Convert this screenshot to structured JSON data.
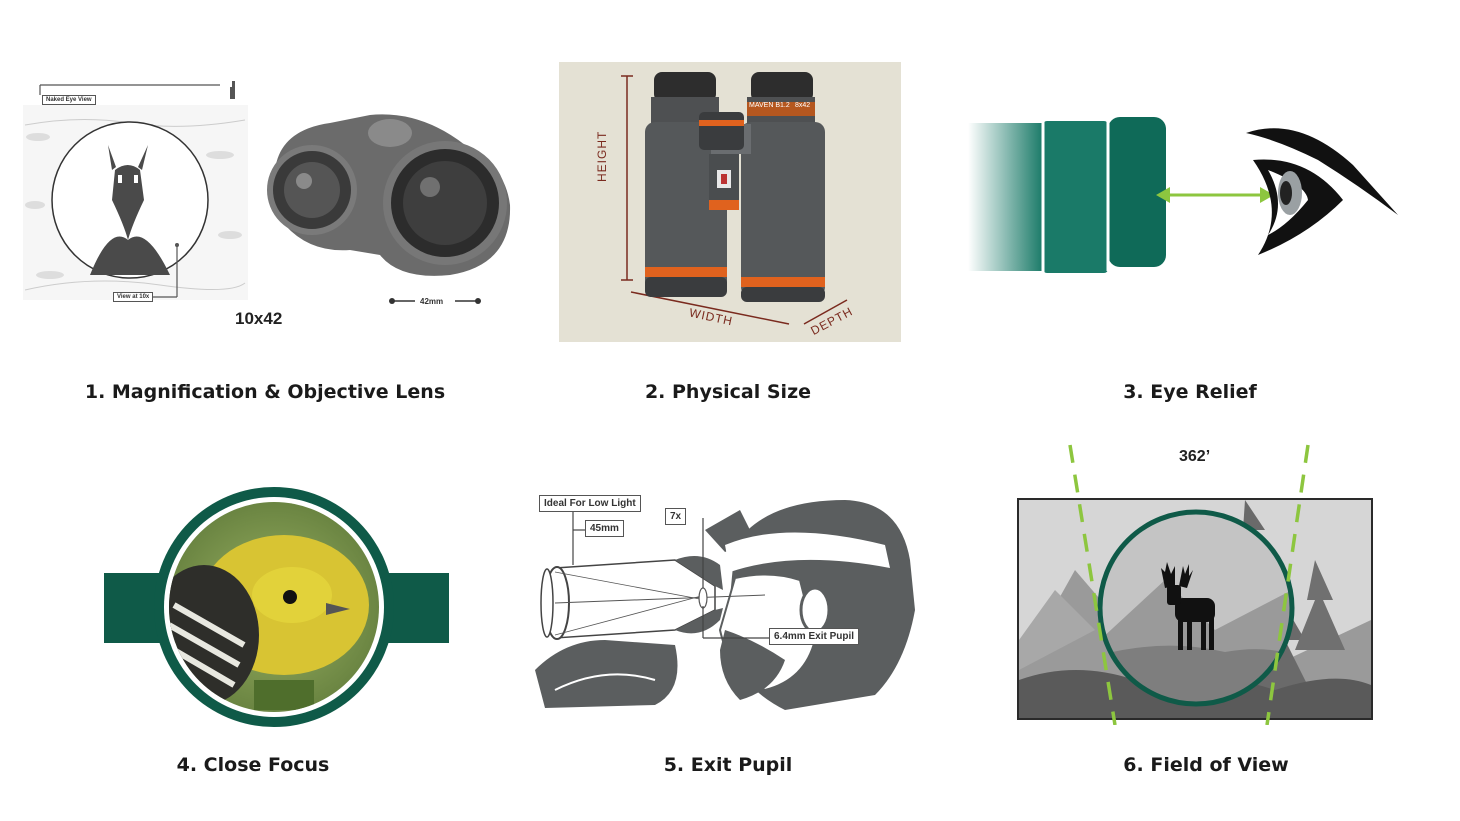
{
  "panels": [
    {
      "caption": "1. Magnification & Objective Lens",
      "labels": {
        "naked_eye": "Naked Eye View",
        "view_at": "View at 10x",
        "objective": "42mm",
        "spec": "10x42"
      }
    },
    {
      "caption": "2. Physical Size",
      "labels": {
        "height": "HEIGHT",
        "width": "WIDTH",
        "depth": "DEPTH",
        "brand": "MAVEN B1.2",
        "model": "8x42"
      }
    },
    {
      "caption": "3. Eye Relief"
    },
    {
      "caption": "4. Close Focus"
    },
    {
      "caption": "5. Exit Pupil",
      "labels": {
        "ideal": "Ideal For Low Light",
        "objective": "45mm",
        "magnification": "7x",
        "exit_pupil": "6.4mm Exit Pupil"
      }
    },
    {
      "caption": "6. Field of View",
      "labels": {
        "fov": "362’"
      }
    }
  ],
  "colors": {
    "brand_green": "#0f5a48",
    "teal": "#1a7a68",
    "arrow_green": "#8dc63f",
    "binocular_orange": "#e0621e",
    "tan_background": "#e4e1d4",
    "dimension_red": "#7a2a1e",
    "illustration_gray": "#5b5e5f"
  },
  "icons": [
    "antelope-icon",
    "binoculars-icon",
    "eyepiece-icon",
    "eye-icon",
    "bird-icon",
    "hunter-icon",
    "elk-icon"
  ]
}
